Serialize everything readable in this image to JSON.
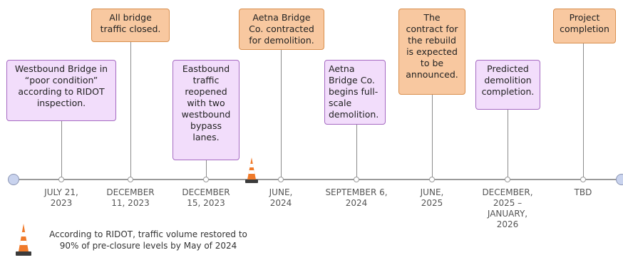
{
  "events": [
    {
      "date": "JULY 21,\n2023",
      "text": "Westbound Bridge in\n“poor condition”\naccording to RIDOT\ninspection."
    },
    {
      "date": "DECEMBER\n11, 2023",
      "text": "All bridge\ntraffic closed."
    },
    {
      "date": "DECEMBER\n15, 2023",
      "text": "Eastbound\ntraffic\nreopened\nwith two\nwestbound\nbypass\nlanes."
    },
    {
      "date": "JUNE,\n2024",
      "text": "Aetna Bridge\nCo. contracted\nfor demolition."
    },
    {
      "date": "SEPTEMBER 6,\n2024",
      "text": "Aetna\nBridge Co.\nbegins full-\nscale\ndemolition."
    },
    {
      "date": "JUNE,\n2025",
      "text": "The\ncontract for\nthe rebuild\nis expected\nto be\nannounced."
    },
    {
      "date": "DECEMBER,\n2025 –\nJANUARY,\n2026",
      "text": "Predicted\ndemolition\ncompletion."
    },
    {
      "date": "TBD",
      "text": "Project\ncompletion"
    }
  ],
  "note": "According to RIDOT, traffic volume restored to\n90% of pre-closure levels by May of 2024",
  "icons": {
    "marker": "traffic-cone-icon",
    "note": "traffic-cone-icon"
  },
  "colors": {
    "purple_box": "#f2ddfb",
    "purple_border": "#a56ac2",
    "orange_box": "#f8c8a0",
    "orange_border": "#d98f4e",
    "cone": "#f07a2a"
  }
}
